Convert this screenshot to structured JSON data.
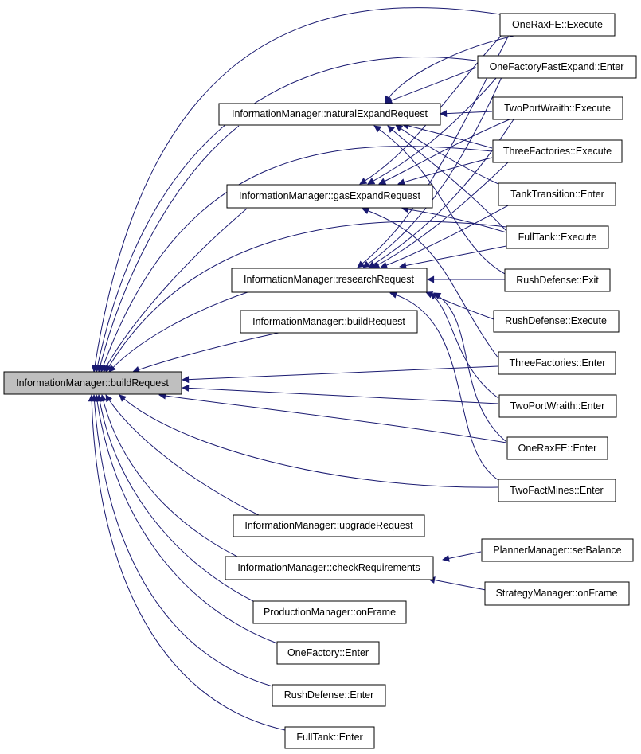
{
  "colors": {
    "edge": "#191970",
    "root_fill": "#bfbfbf",
    "node_fill": "#ffffff",
    "border": "#000000"
  },
  "nodes": {
    "root": "InformationManager::buildRequest",
    "natural_expand": "InformationManager::naturalExpandRequest",
    "gas_expand": "InformationManager::gasExpandRequest",
    "research": "InformationManager::researchRequest",
    "build_request_overload": "InformationManager::buildRequest",
    "upgrade": "InformationManager::upgradeRequest",
    "check_requirements": "InformationManager::checkRequirements",
    "production_onframe": "ProductionManager::onFrame",
    "onefactory_enter": "OneFactory::Enter",
    "rushdefense_enter": "RushDefense::Enter",
    "fulltank_enter": "FullTank::Enter",
    "oneraxfe_execute": "OneRaxFE::Execute",
    "onefactoryfastexpand_enter": "OneFactoryFastExpand::Enter",
    "twoportwraith_execute": "TwoPortWraith::Execute",
    "threefactories_execute": "ThreeFactories::Execute",
    "tanktransition_enter": "TankTransition::Enter",
    "fulltank_execute": "FullTank::Execute",
    "rushdefense_exit": "RushDefense::Exit",
    "rushdefense_execute": "RushDefense::Execute",
    "threefactories_enter": "ThreeFactories::Enter",
    "twoportwraith_enter": "TwoPortWraith::Enter",
    "oneraxfe_enter": "OneRaxFE::Enter",
    "twofactmines_enter": "TwoFactMines::Enter",
    "planner_setbalance": "PlannerManager::setBalance",
    "strategy_onframe": "StrategyManager::onFrame"
  }
}
